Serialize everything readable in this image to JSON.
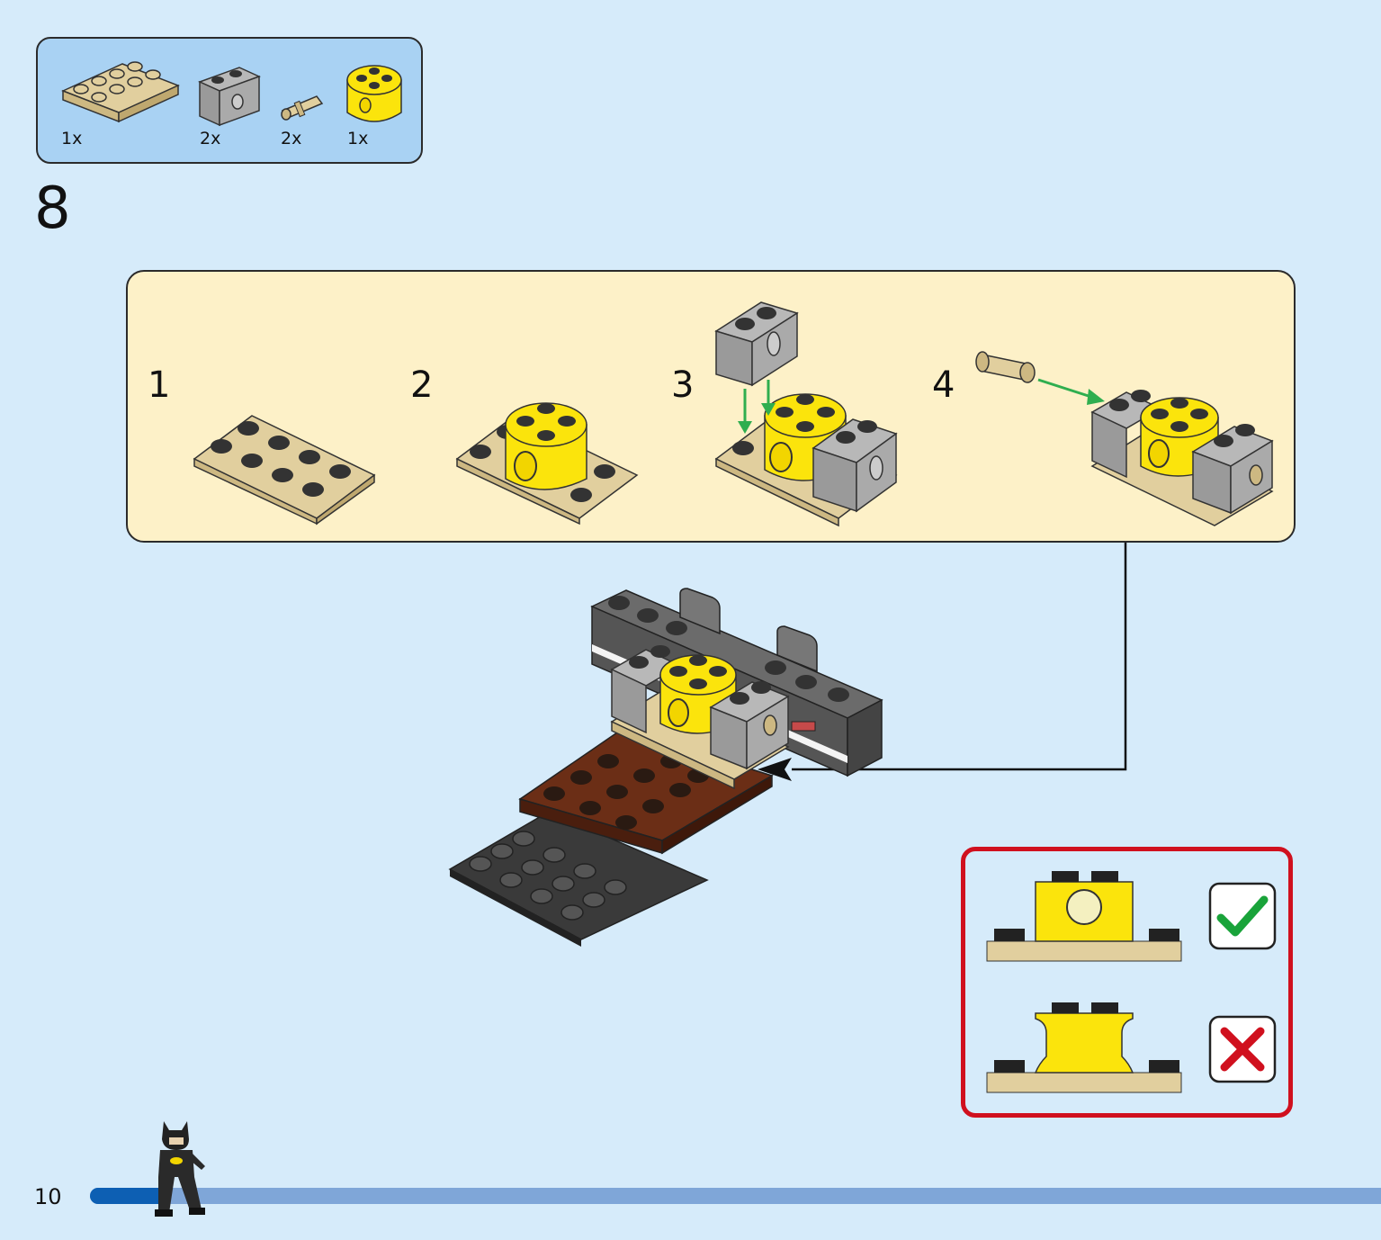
{
  "parts_list": {
    "items": [
      {
        "name": "tan-plate-2x4",
        "qty": "1x"
      },
      {
        "name": "gray-technic-brick-1x2",
        "qty": "2x"
      },
      {
        "name": "tan-technic-pin",
        "qty": "2x"
      },
      {
        "name": "yellow-round-brick-2x2",
        "qty": "1x"
      }
    ]
  },
  "step": {
    "number": "8"
  },
  "substeps": [
    "1",
    "2",
    "3",
    "4"
  ],
  "footer": {
    "page_number": "10",
    "progress": 0.06
  },
  "colors": {
    "background": "#d6ebfa",
    "parts_box": "#a9d2f3",
    "substep_panel": "#fdf1c8",
    "tan": "#e1cf9e",
    "gray": "#a3a3a3",
    "yellow": "#fbe40c",
    "brown": "#6b2e16",
    "black": "#333333",
    "arrow_green": "#2fae4f",
    "check_border": "#d0101e",
    "progress_fill": "#0d5fb3",
    "progress_track": "#7fa6d8"
  },
  "icons": {
    "correct": "check-icon",
    "wrong": "cross-icon",
    "mascot": "batman-minifigure-icon"
  }
}
